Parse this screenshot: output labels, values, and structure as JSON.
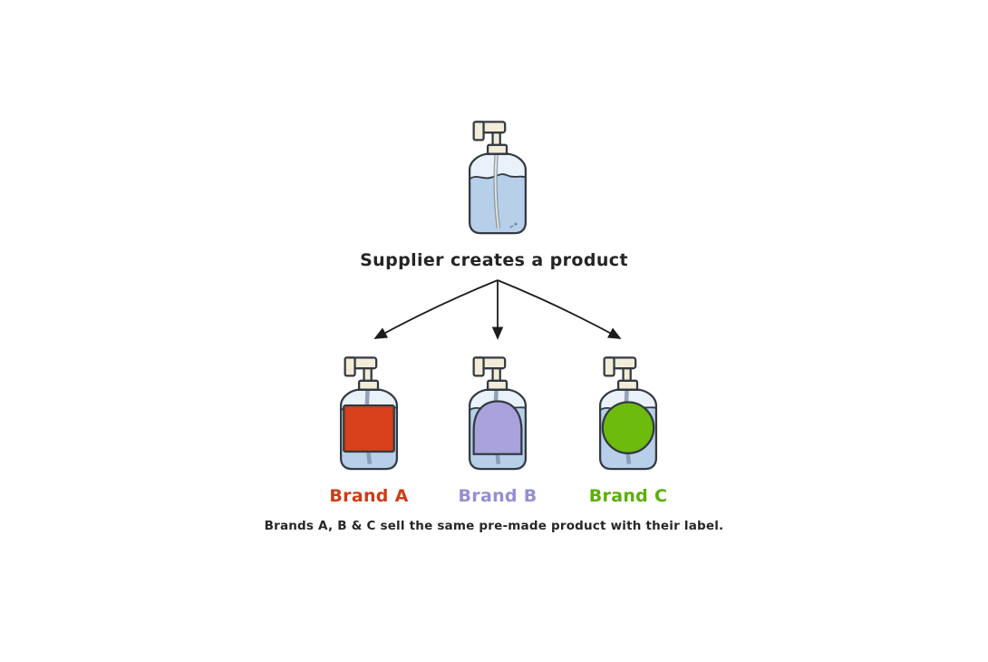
{
  "diagram": {
    "supplier_label": "Supplier creates a product",
    "caption": "Brands A, B & C sell the same pre-made product with their label.",
    "brands": [
      {
        "name": "Brand A",
        "color": "#d7401a",
        "text_color": "#ce3c16",
        "label_shape": "rectangle"
      },
      {
        "name": "Brand B",
        "color": "#a9a2dc",
        "text_color": "#938ed4",
        "label_shape": "dome"
      },
      {
        "name": "Brand C",
        "color": "#6cbb0d",
        "text_color": "#5cae09",
        "label_shape": "circle"
      }
    ],
    "colors": {
      "outline": "#343a42",
      "bottle_fill": "#e9f1fa",
      "liquid": "#b7cfe9",
      "pump": "#f2edd8",
      "arrow": "#1c1c1c",
      "text": "#242424",
      "background": "#ffffff"
    }
  }
}
